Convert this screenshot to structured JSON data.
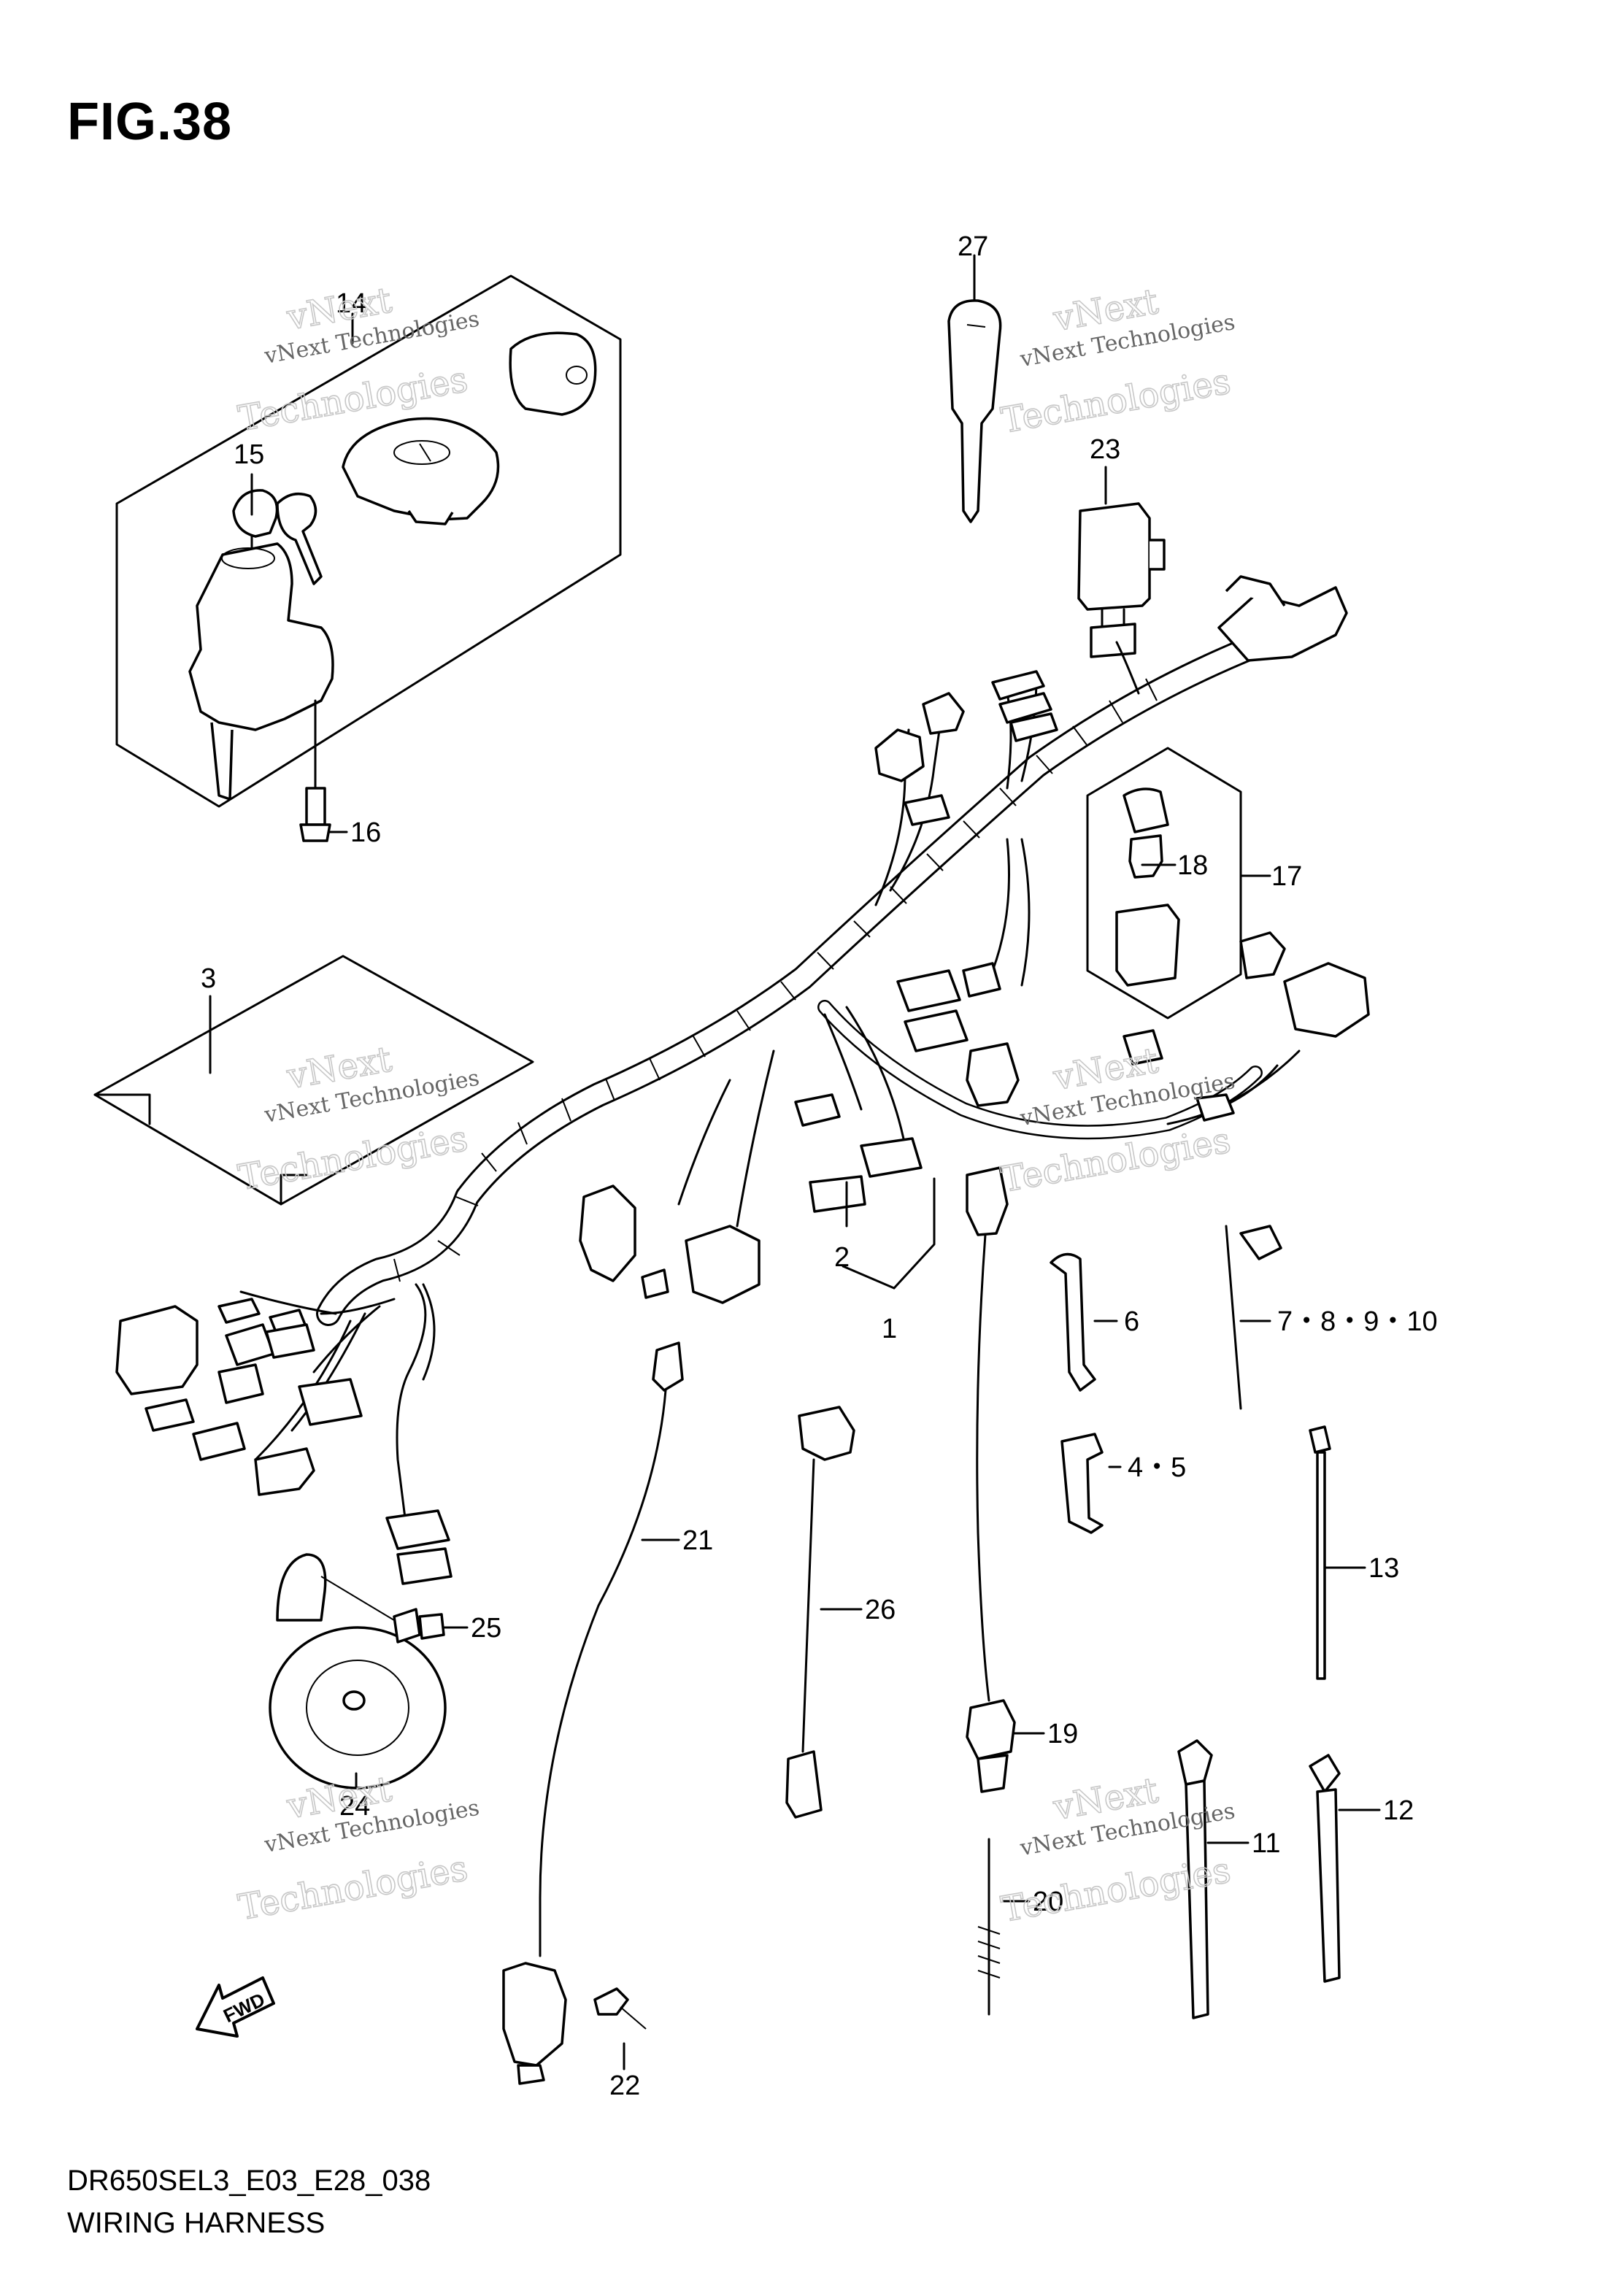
{
  "figure": {
    "label": "FIG.38",
    "code": "DR650SEL3_E03_E28_038",
    "name": "WIRING HARNESS"
  },
  "watermark": {
    "line1": "vNext Technologies",
    "line2": "vNext",
    "line3": "Technologies"
  },
  "callouts": {
    "c1": "1",
    "c2": "2",
    "c3": "3",
    "c45": "4・5",
    "c6": "6",
    "c7_10": "7・8・9・10",
    "c11": "11",
    "c12": "12",
    "c13": "13",
    "c14": "14",
    "c15": "15",
    "c16": "16",
    "c17": "17",
    "c18": "18",
    "c19": "19",
    "c20": "20",
    "c21": "21",
    "c22": "22",
    "c23": "23",
    "c24": "24",
    "c25": "25",
    "c26": "26",
    "c27": "27"
  },
  "direction_marker": {
    "label": "FWD",
    "icon": "fwd-arrow-icon"
  }
}
